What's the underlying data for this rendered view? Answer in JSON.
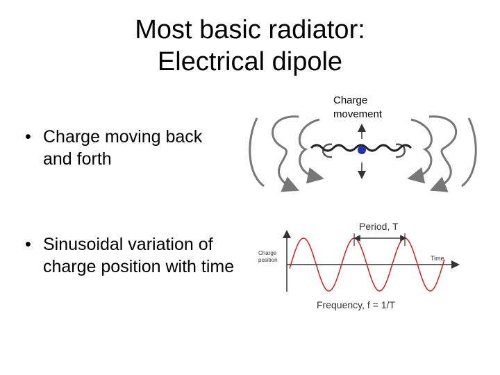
{
  "slide": {
    "title_line1": "Most basic radiator:",
    "title_line2": "Electrical dipole",
    "bullets": [
      {
        "marker": "•",
        "text": "Charge moving back and forth"
      },
      {
        "marker": "•",
        "text": "Sinusoidal variation of charge position with time"
      }
    ]
  },
  "dipole_figure": {
    "label_line1": "Charge",
    "label_line2": "movement",
    "charge_color": "#2233aa",
    "field_line_color": "#777777",
    "wave_color": "#222222"
  },
  "sine_figure": {
    "period_label": "Period, T",
    "y_axis_label_line1": "Charge",
    "y_axis_label_line2": "position",
    "x_axis_label": "Time",
    "frequency_label": "Frequency, f = 1/T",
    "curve_color": "#cc2222",
    "axis_color": "#333333"
  }
}
